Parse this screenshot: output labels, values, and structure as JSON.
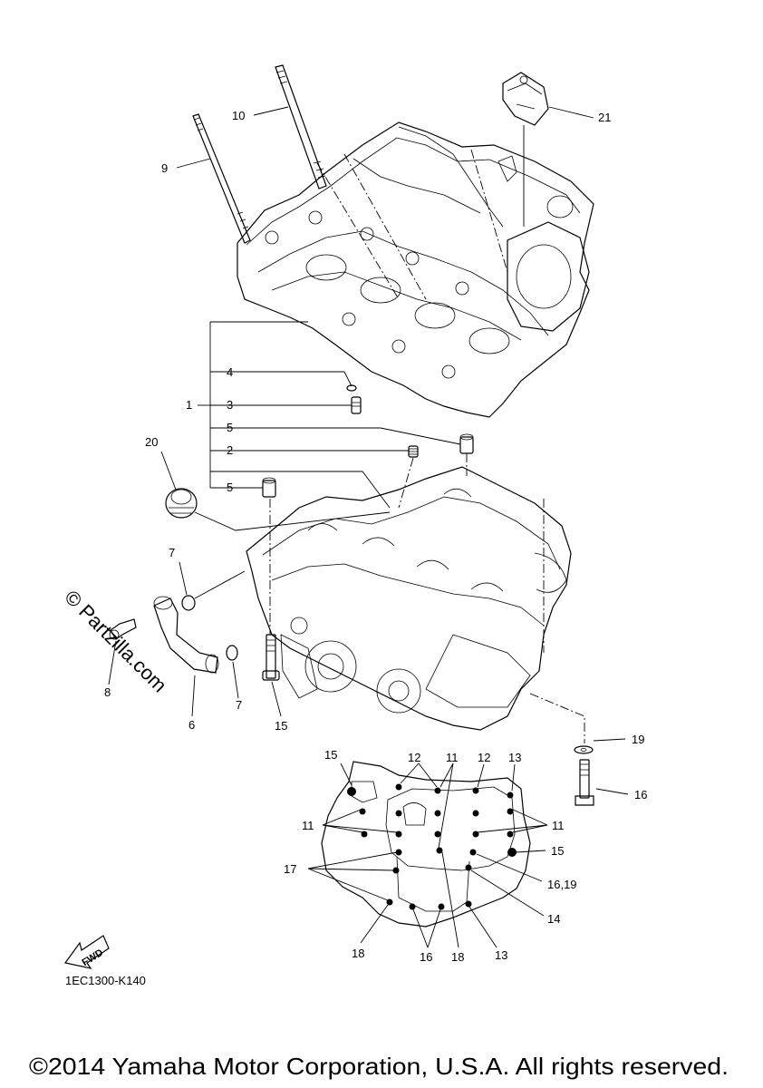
{
  "callouts": {
    "c1": "1",
    "c2": "2",
    "c3": "3",
    "c4": "4",
    "c5a": "5",
    "c5b": "5",
    "c6": "6",
    "c7a": "7",
    "c7b": "7",
    "c8": "8",
    "c9": "9",
    "c10": "10",
    "c11a": "11",
    "c11b": "11",
    "c11c": "11",
    "c12a": "12",
    "c12b": "12",
    "c13a": "13",
    "c13b": "13",
    "c14": "14",
    "c15a": "15",
    "c15b": "15",
    "c15c": "15",
    "c16a": "16",
    "c16b": "16",
    "c16_19": "16,19",
    "c17": "17",
    "c18a": "18",
    "c18b": "18",
    "c19": "19",
    "c20": "20",
    "c21": "21"
  },
  "fwd_label": "FWD",
  "diagram_code": "1EC1300-K140",
  "watermark": "© Partzilla.com",
  "copyright": "©2014 Yamaha Motor Corporation, U.S.A. All rights reserved."
}
